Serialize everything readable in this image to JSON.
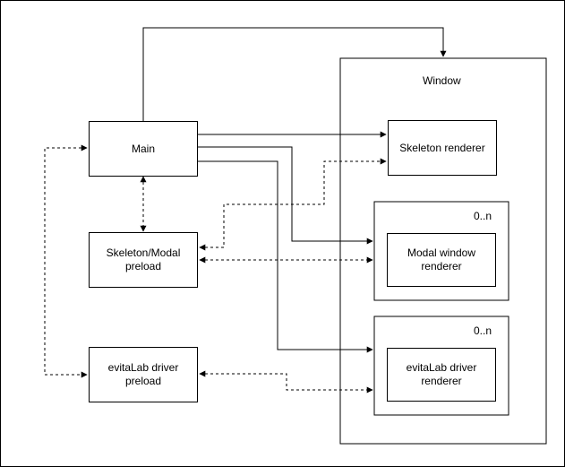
{
  "diagram": {
    "window_label": "Window",
    "nodes": {
      "main": "Main",
      "skeleton_modal_preload": "Skeleton/Modal\npreload",
      "evitalab_driver_preload": "evitaLab driver\npreload",
      "skeleton_renderer": "Skeleton renderer",
      "modal_window_renderer": "Modal window\nrenderer",
      "evitalab_driver_renderer": "evitaLab driver\nrenderer"
    },
    "multiplicity_modal": "0..n",
    "multiplicity_driver": "0..n"
  }
}
